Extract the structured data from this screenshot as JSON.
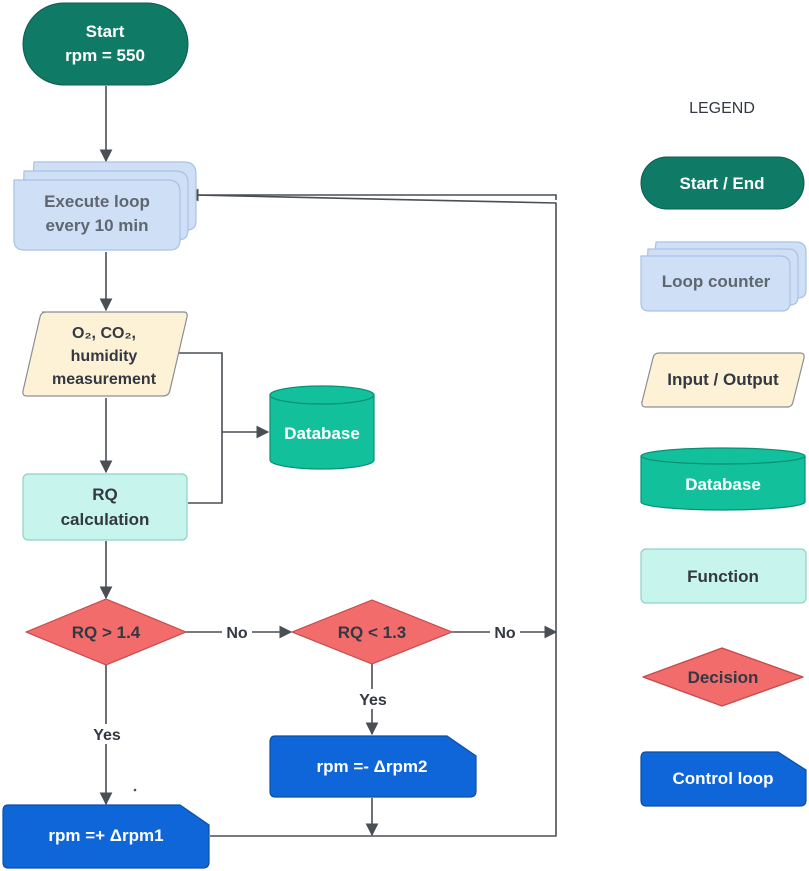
{
  "flow": {
    "start_line1": "Start",
    "start_line2": "rpm = 550",
    "loop_line1": "Execute loop",
    "loop_line2": "every 10 min",
    "io_line1": "O₂, CO₂,",
    "io_line2": "humidity",
    "io_line3": "measurement",
    "database": "Database",
    "func_line1": "RQ",
    "func_line2": "calculation",
    "decision1": "RQ > 1.4",
    "decision2": "RQ < 1.3",
    "no_label_1": "No",
    "no_label_2": "No",
    "yes_label_1": "Yes",
    "yes_label_2": "Yes",
    "control1": "rpm =+ Δrpm1",
    "control2": "rpm =- Δrpm2"
  },
  "legend": {
    "title": "LEGEND",
    "start_end": "Start / End",
    "loop_counter": "Loop counter",
    "input_output": "Input / Output",
    "database": "Database",
    "function": "Function",
    "decision": "Decision",
    "control_loop": "Control loop"
  },
  "colors": {
    "start_end_fill": "#0f7a66",
    "loop_fill": "#cfe0f6",
    "loop_stroke": "#a9c1e6",
    "io_fill": "#fdf1d6",
    "database_fill": "#12c19c",
    "function_fill": "#c7f4ec",
    "decision_fill": "#f26c6c",
    "control_fill": "#0f66d8",
    "connector": "#4a4f55",
    "dark_text": "#333842",
    "loop_text": "#5f6670"
  }
}
